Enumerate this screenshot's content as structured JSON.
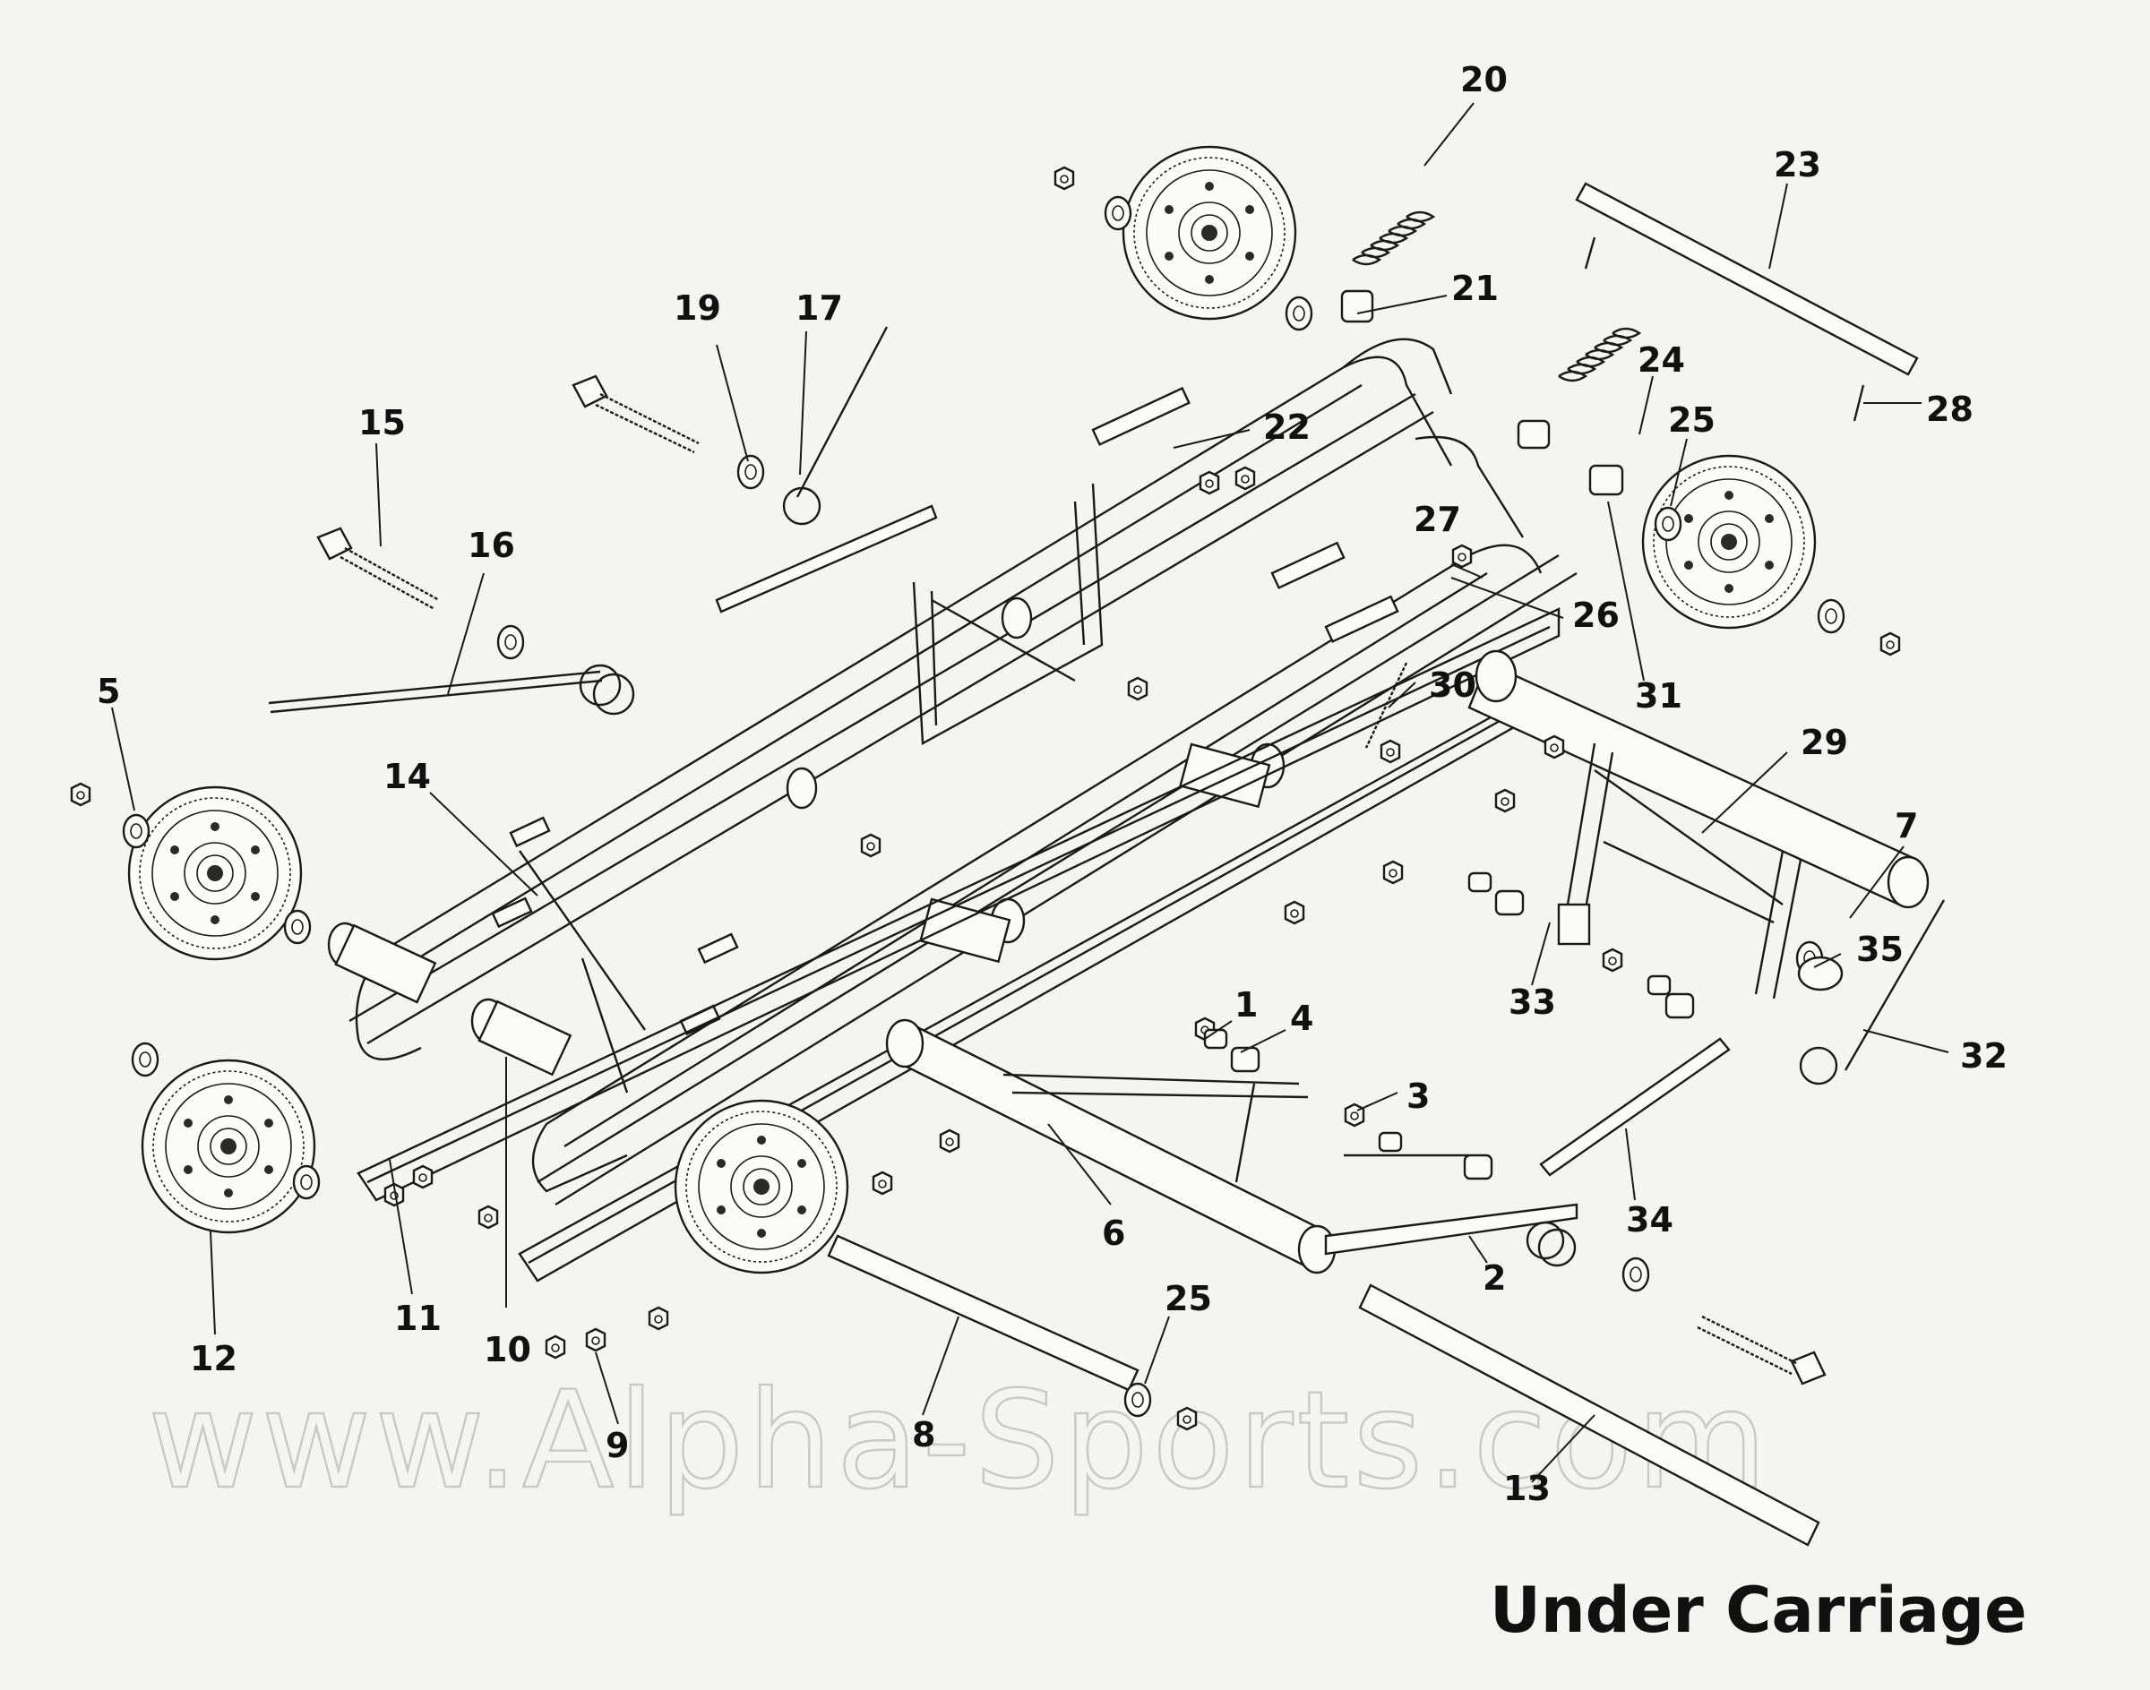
{
  "title": "Under Carriage",
  "watermark": "www.Alpha-Sports.com",
  "callouts": {
    "c1": "1",
    "c2": "2",
    "c3": "3",
    "c4": "4",
    "c5": "5",
    "c6": "6",
    "c7": "7",
    "c8": "8",
    "c9": "9",
    "c10": "10",
    "c11": "11",
    "c12": "12",
    "c13": "13",
    "c14": "14",
    "c15": "15",
    "c16": "16",
    "c17": "17",
    "c19": "19",
    "c20": "20",
    "c21": "21",
    "c22": "22",
    "c23": "23",
    "c24": "24",
    "c25a": "25",
    "c25b": "25",
    "c26": "26",
    "c27": "27",
    "c28": "28",
    "c29": "29",
    "c30": "30",
    "c31": "31",
    "c32": "32",
    "c33": "33",
    "c34": "34",
    "c35": "35"
  }
}
